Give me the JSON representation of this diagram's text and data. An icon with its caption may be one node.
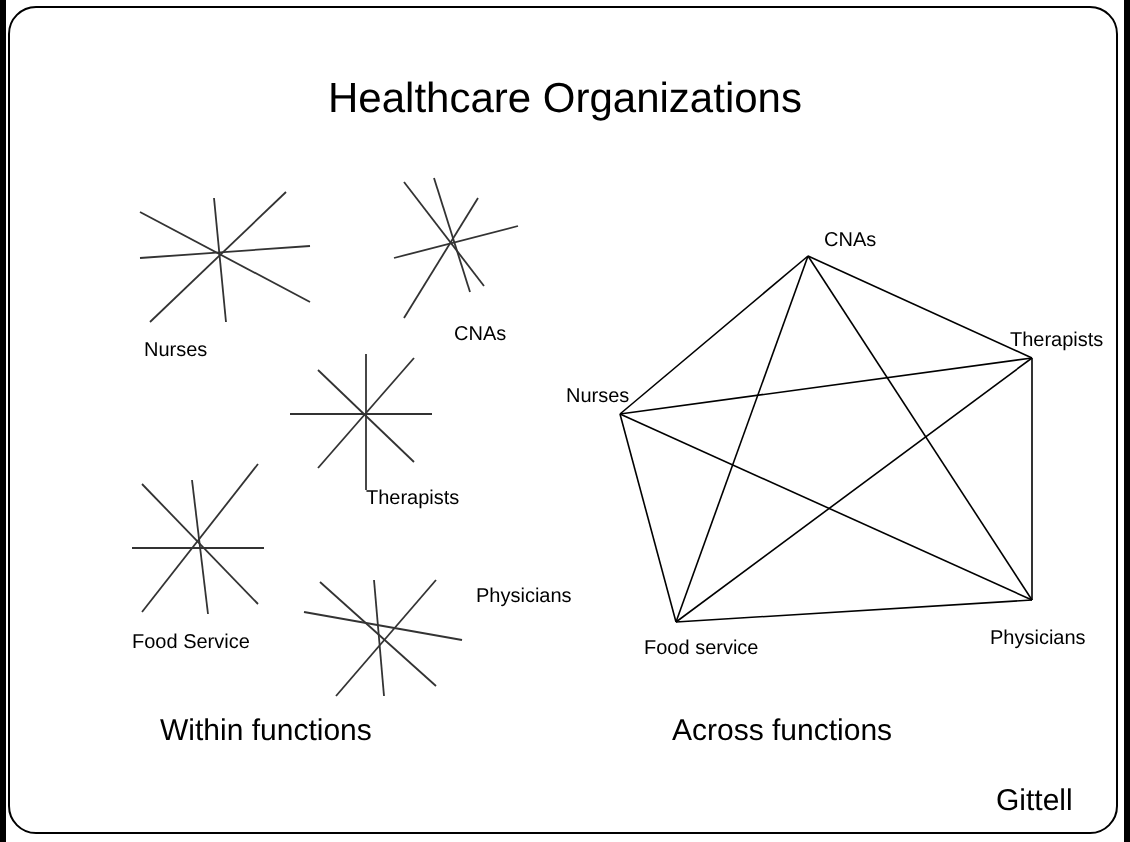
{
  "diagram": {
    "title": "Healthcare Organizations",
    "nodes": [
      {
        "text": [
          "CNAs"
        ]
      },
      {
        "text": [
          "Therapists"
        ]
      },
      {
        "text": [
          "Physicians"
        ]
      },
      {
        "text": [
          "Food service"
        ]
      },
      {
        "text": [
          "Nurses"
        ]
      }
    ],
    "edges": [
      {
        "from": 0,
        "to": 1,
        "arrow": "none"
      },
      {
        "from": 0,
        "to": 2,
        "arrow": "none"
      },
      {
        "from": 0,
        "to": 3,
        "arrow": "none"
      },
      {
        "from": 0,
        "to": 4,
        "arrow": "none"
      },
      {
        "from": 1,
        "to": 2,
        "arrow": "none"
      },
      {
        "from": 1,
        "to": 3,
        "arrow": "none"
      },
      {
        "from": 1,
        "to": 4,
        "arrow": "none"
      },
      {
        "from": 2,
        "to": 3,
        "arrow": "none"
      },
      {
        "from": 2,
        "to": 4,
        "arrow": "none"
      },
      {
        "from": 3,
        "to": 4,
        "arrow": "none"
      }
    ],
    "labels": [
      "Nurses",
      "CNAs",
      "Therapists",
      "Food Service",
      "Physicians",
      "Within functions",
      "Across functions",
      "Gittell"
    ]
  }
}
